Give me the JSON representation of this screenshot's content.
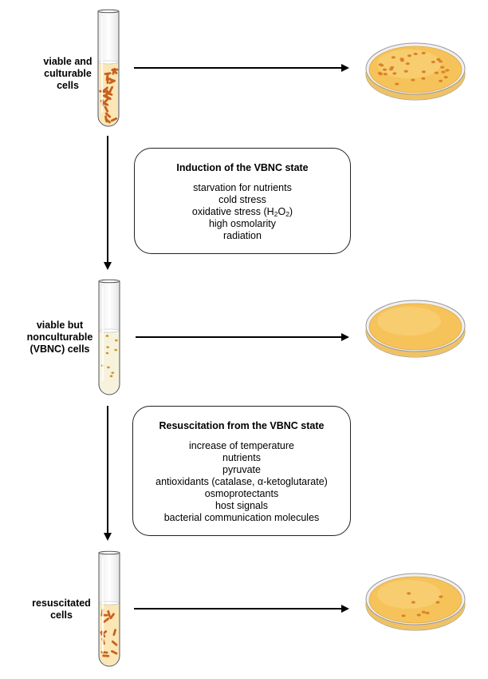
{
  "stages": [
    {
      "label_lines": [
        "viable and",
        "culturable",
        "cells"
      ]
    },
    {
      "label_lines": [
        "viable but",
        "nonculturable",
        "(VBNC) cells"
      ]
    },
    {
      "label_lines": [
        "resuscitated",
        "cells"
      ]
    }
  ],
  "induction": {
    "title": "Induction of the VBNC state",
    "items": [
      "starvation for nutrients",
      "cold stress",
      "oxidative stress (H",
      "high osmolarity",
      "radiation"
    ],
    "sub_2": "2",
    "o_letter": "O",
    "close_paren": ")"
  },
  "resuscitation": {
    "title": "Resuscitation from the VBNC state",
    "items": [
      "increase of temperature",
      "nutrients",
      "pyruvate",
      "antioxidants (catalase, α-ketoglutarate)",
      "osmoprotectants",
      "host signals",
      "bacterial communication molecules"
    ]
  },
  "colors": {
    "agar": "#f6c35a",
    "agar_light": "#fbd98a",
    "colony": "#d9822b",
    "cell": "#c8611f",
    "medium_dense": "#fbe7b5",
    "medium_sparse": "#f6f2dc"
  }
}
